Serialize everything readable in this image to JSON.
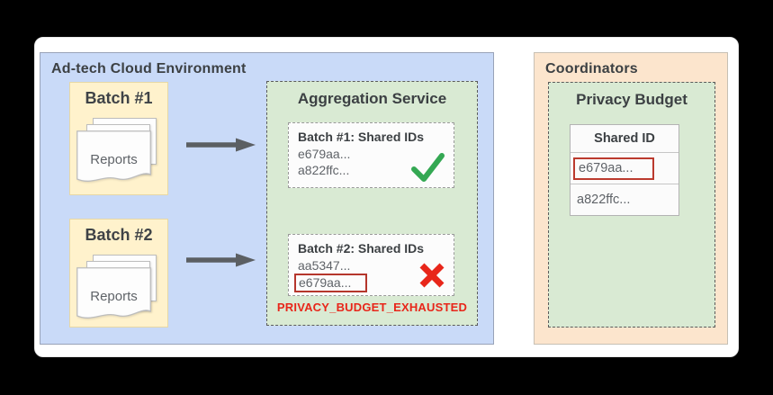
{
  "colors": {
    "env_fill": "#c9daf8",
    "batch_fill": "#fff2cc",
    "service_fill": "#d9ead3",
    "coordinator_fill": "#fce5cd",
    "success_green": "#34a853",
    "error_red": "#e8261a",
    "highlight_red": "#bb3a2e"
  },
  "environment": {
    "title": "Ad-tech Cloud Environment",
    "batches": [
      {
        "title": "Batch #1",
        "doc_label": "Reports"
      },
      {
        "title": "Batch #2",
        "doc_label": "Reports"
      }
    ]
  },
  "aggregation_service": {
    "title": "Aggregation Service",
    "results": [
      {
        "title": "Batch #1: Shared IDs",
        "ids": [
          "e679aa...",
          "a822ffc..."
        ],
        "status": "success"
      },
      {
        "title": "Batch #2: Shared IDs",
        "ids": [
          "aa5347...",
          "e679aa..."
        ],
        "status": "error",
        "highlighted_id": "e679aa..."
      }
    ],
    "error_label": "PRIVACY_BUDGET_EXHAUSTED"
  },
  "coordinators": {
    "title": "Coordinators",
    "privacy_budget": {
      "title": "Privacy Budget",
      "table": {
        "header": "Shared ID",
        "rows": [
          {
            "id": "e679aa...",
            "highlighted": true
          },
          {
            "id": "a822ffc...",
            "highlighted": false
          }
        ]
      }
    }
  }
}
